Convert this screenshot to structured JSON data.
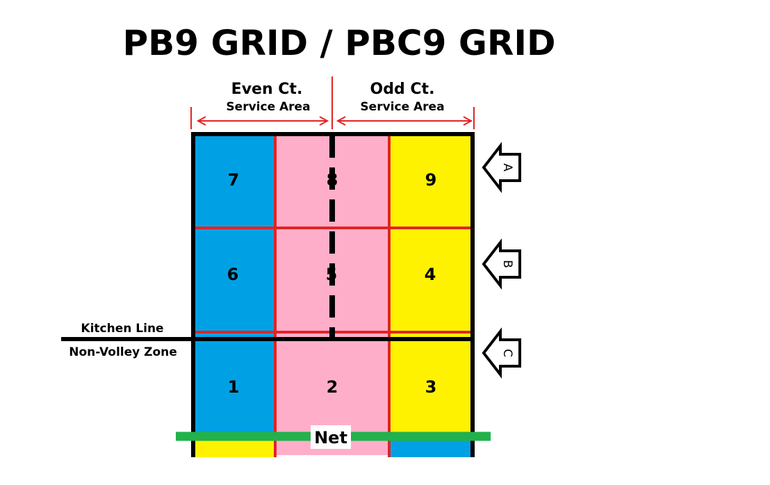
{
  "title": "PB9 GRID / PBC9 GRID",
  "headers": {
    "even": {
      "main": "Even Ct.",
      "sub": "Service Area"
    },
    "odd": {
      "main": "Odd Ct.",
      "sub": "Service Area"
    }
  },
  "cells": {
    "c1": "1",
    "c2": "2",
    "c3": "3",
    "c4": "4",
    "c5": "5",
    "c6": "6",
    "c7": "7",
    "c8": "8",
    "c9": "9"
  },
  "labels": {
    "kitchen_line": "Kitchen Line",
    "non_volley_zone": "Non-Volley Zone",
    "net": "Net"
  },
  "arrows": {
    "a": "A",
    "b": "B",
    "c": "C"
  },
  "colors": {
    "blue": "#00a1e4",
    "pink": "#ffaec9",
    "yellow": "#fff200",
    "red": "#e02424",
    "green": "#22b14c",
    "black": "#000000"
  }
}
